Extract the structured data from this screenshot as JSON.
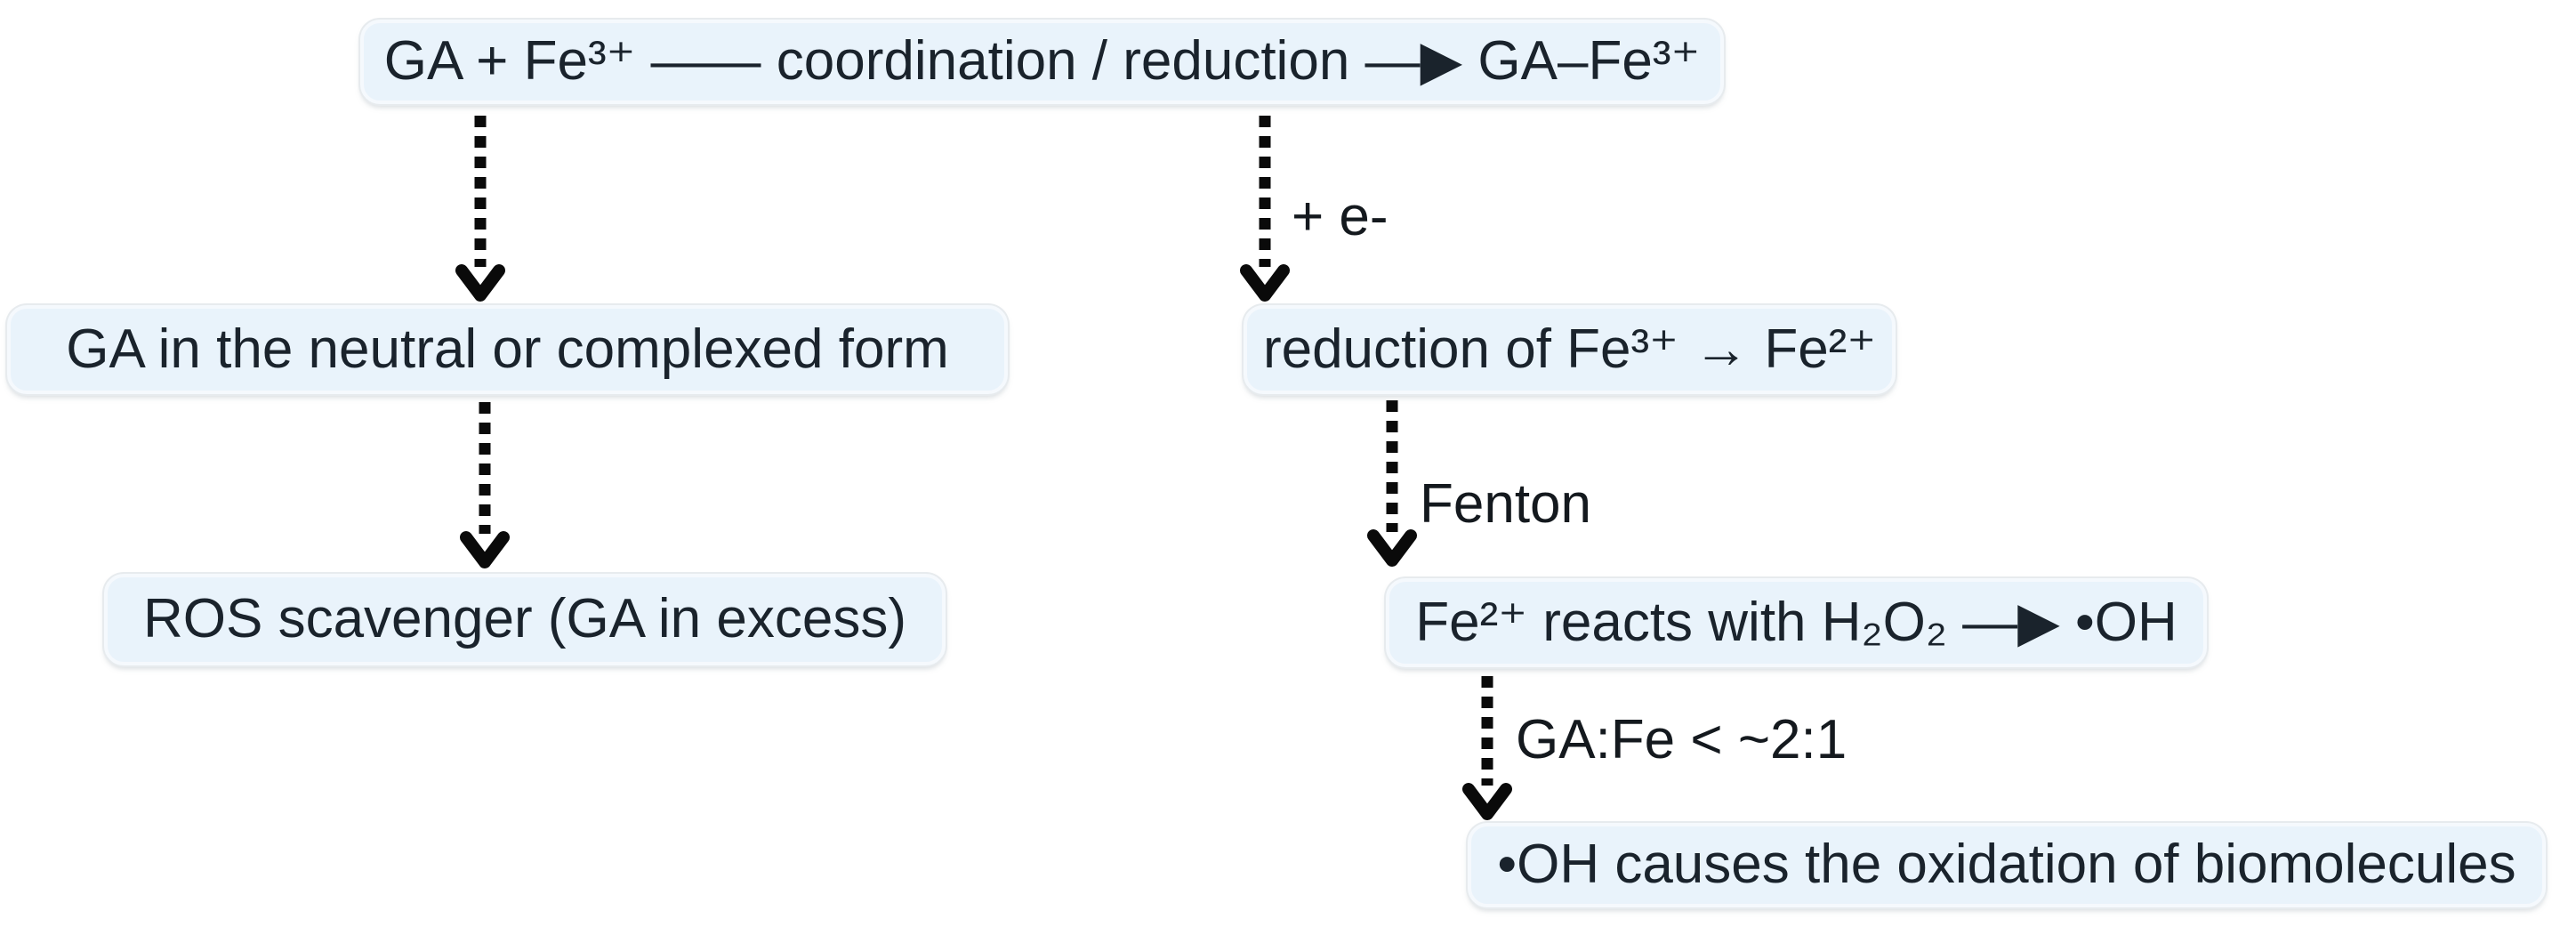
{
  "diagram": {
    "title": "GA and Fe redox flowchart",
    "colors": {
      "background": "#ffffff",
      "node_fill": "#e9f3fb",
      "node_border": "#f5f9fd",
      "node_outline": "#e7ebee",
      "node_text": "#1a232c",
      "arrow": "#0a0a0a"
    },
    "nodes": {
      "top": {
        "label": "GA + Fe³⁺ —— coordination / reduction —▶ GA–Fe³⁺"
      },
      "left_mid": {
        "label": "GA in the neutral or complexed form"
      },
      "right_mid": {
        "label": "reduction of Fe³⁺ → Fe²⁺"
      },
      "left_bottom": {
        "label": "ROS scavenger (GA in excess)"
      },
      "right_bottom": {
        "label": "Fe²⁺ reacts with H₂O₂ —▶ •OH"
      },
      "final": {
        "label": "•OH causes the oxidation of biomolecules"
      }
    },
    "edges": [
      {
        "from": "top",
        "to": "left_mid",
        "label": "",
        "style": "dotted"
      },
      {
        "from": "top",
        "to": "right_mid",
        "label": "+ e-",
        "style": "dotted"
      },
      {
        "from": "left_mid",
        "to": "left_bottom",
        "label": "",
        "style": "dotted"
      },
      {
        "from": "right_mid",
        "to": "right_bottom",
        "label": "Fenton",
        "style": "dotted"
      },
      {
        "from": "right_bottom",
        "to": "final",
        "label": "GA:Fe < ~2:1",
        "style": "dotted"
      }
    ]
  }
}
